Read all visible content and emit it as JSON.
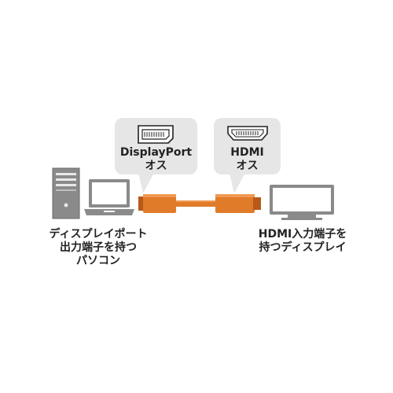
{
  "connector_left": {
    "line1": "DisplayPort",
    "line2": "オス"
  },
  "connector_right": {
    "line1": "HDMI",
    "line2": "オス"
  },
  "pc_caption": {
    "line1": "ディスプレイポート",
    "line2": "出力端子を持つ",
    "line3": "パソコン"
  },
  "display_caption": {
    "line1": "HDMI入力端子を",
    "line2": "持つディスプレイ"
  },
  "colors": {
    "bubble": "#e6e6e6",
    "cable_orange": "#e07b2a",
    "cable_dark": "#b8591a",
    "device_gray": "#8a8a8a",
    "text": "#222222"
  },
  "icons": [
    "displayport-connector-icon",
    "hdmi-connector-icon",
    "desktop-tower-icon",
    "laptop-icon",
    "cable-icon",
    "tv-display-icon"
  ]
}
